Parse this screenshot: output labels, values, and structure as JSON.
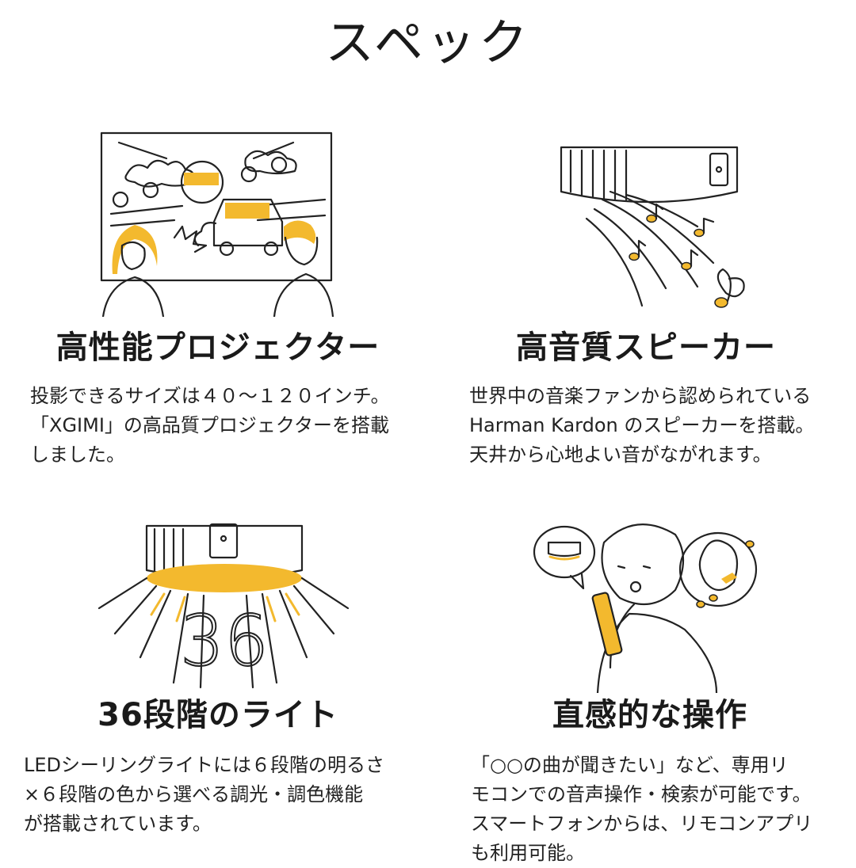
{
  "page": {
    "title": "スペック"
  },
  "colors": {
    "accent": "#f3b92e",
    "ink": "#1a1a1a",
    "background": "#ffffff"
  },
  "features": [
    {
      "icon": "projector-scene-icon",
      "title": "高性能プロジェクター",
      "description": "投影できるサイズは４０～１２０インチ。\n「XGIMI」の高品質プロジェクターを搭載\nしました。"
    },
    {
      "icon": "ceiling-speaker-music-icon",
      "title": "高音質スピーカー",
      "description": "世界中の音楽ファンから認められている\nHarman Kardon のスピーカーを搭載。\n天井から心地よい音がながれます。"
    },
    {
      "icon": "ceiling-light-36-icon",
      "title": "36段階のライト",
      "illustration_number": "36",
      "description": "LEDシーリングライトには６段階の明るさ\n×６段階の色から選べる調光・調色機能\nが搭載されています。"
    },
    {
      "icon": "voice-remote-person-icon",
      "title": "直感的な操作",
      "description": "「○○の曲が聞きたい」など、専用リ\nモコンでの音声操作・検索が可能です。\nスマートフォンからは、リモコンアプリ\nも利用可能。"
    }
  ]
}
